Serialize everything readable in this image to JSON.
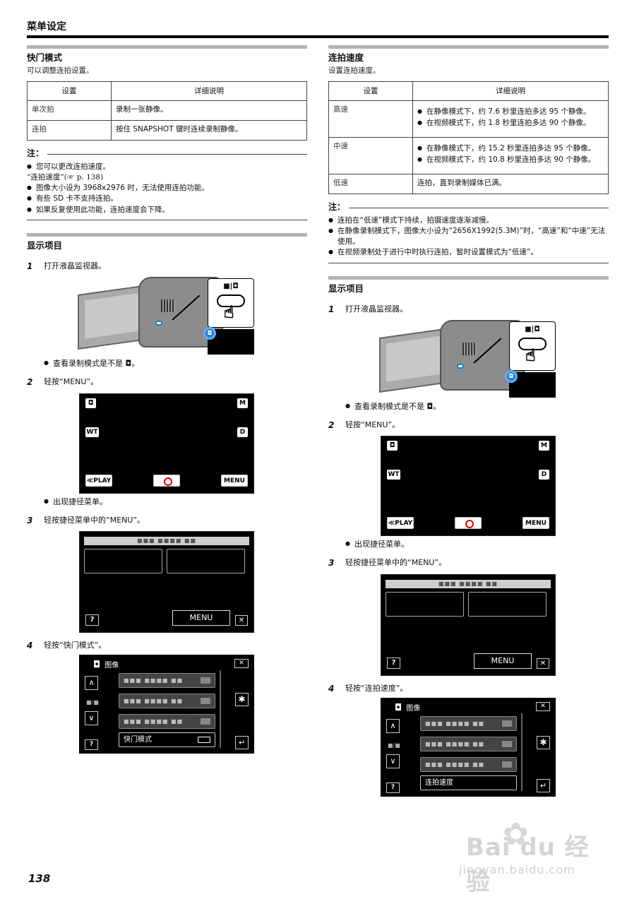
{
  "header": {
    "title": "菜单设定"
  },
  "left": {
    "section1": {
      "title": "快门模式",
      "desc": "可以调整连拍设置。",
      "col1": "设置",
      "col2": "详细说明",
      "rows": [
        {
          "setting": "单次拍",
          "detail": "录制一张静像。"
        },
        {
          "setting": "连拍",
          "detail": "按住 SNAPSHOT 键时连续录制静像。"
        }
      ]
    },
    "note": {
      "title": "注：",
      "l1": "您可以更改连拍速度。",
      "l2": "“连拍速度”(☞ p. 138)",
      "l3": "图像大小设为 3968x2976 时，无法使用连拍功能。",
      "l4": "有些 SD 卡不支持连拍。",
      "l5": "如果反复使用此功能，连拍速度会下降。"
    },
    "section2": {
      "title": "显示项目"
    },
    "steps": {
      "s1": "打开液晶监视器。",
      "s1sub": "查看录制模式是不是 ◘。",
      "s2": "轻按“MENU”。",
      "s2sub": "出现捷径菜单。",
      "s3": "轻按捷径菜单中的“MENU”。",
      "s4": "轻按“快门模式”。"
    },
    "menu_item": "快门模式"
  },
  "right": {
    "section1": {
      "title": "连拍速度",
      "desc": "设置连拍速度。",
      "col1": "设置",
      "col2": "详细说明",
      "rows": [
        {
          "setting": "高速",
          "d1": "在静像模式下，约 7.6 秒里连拍多达 95 个静像。",
          "d2": "在视频模式下，约 1.8 秒里连拍多达 90 个静像。"
        },
        {
          "setting": "中速",
          "d1": "在静像模式下，约 15.2 秒里连拍多达 95 个静像。",
          "d2": "在视频模式下，约 10.8 秒里连拍多达 90 个静像。"
        },
        {
          "setting": "低速",
          "d1": "连拍，直到录制媒体已满。"
        }
      ]
    },
    "note": {
      "title": "注：",
      "l1": "连拍在“低速”模式下持续，拍摄速度逐渐减慢。",
      "l2": "在静像录制模式下，图像大小设为“2656X1992(5.3M)”时，“高速”和“中速”无法使用。",
      "l3": "在视频录制处于进行中时执行连拍，暂时设置模式为“低速”。"
    },
    "section2": {
      "title": "显示项目"
    },
    "steps": {
      "s1": "打开液晶监视器。",
      "s1sub": "查看录制模式是不是 ◘。",
      "s2": "轻按“MENU”。",
      "s2sub": "出现捷径菜单。",
      "s3": "轻按捷径菜单中的“MENU”。",
      "s4": "轻按“连拍速度”。"
    },
    "menu_item": "连拍速度"
  },
  "screens": {
    "btn_m": "M",
    "btn_wt": "WT",
    "btn_d": "D",
    "btn_play": "≪PLAY",
    "btn_menu": "MENU",
    "quick_menu": "MENU",
    "menu_title": "图像",
    "step_num1": "1",
    "step_num2": "2",
    "step_num3": "3",
    "step_num4": "4",
    "popup_label": "■|◘"
  },
  "page": {
    "number": "138"
  },
  "watermark": {
    "brand": "Bai du 经验",
    "url": "jingyan.baidu.com"
  }
}
